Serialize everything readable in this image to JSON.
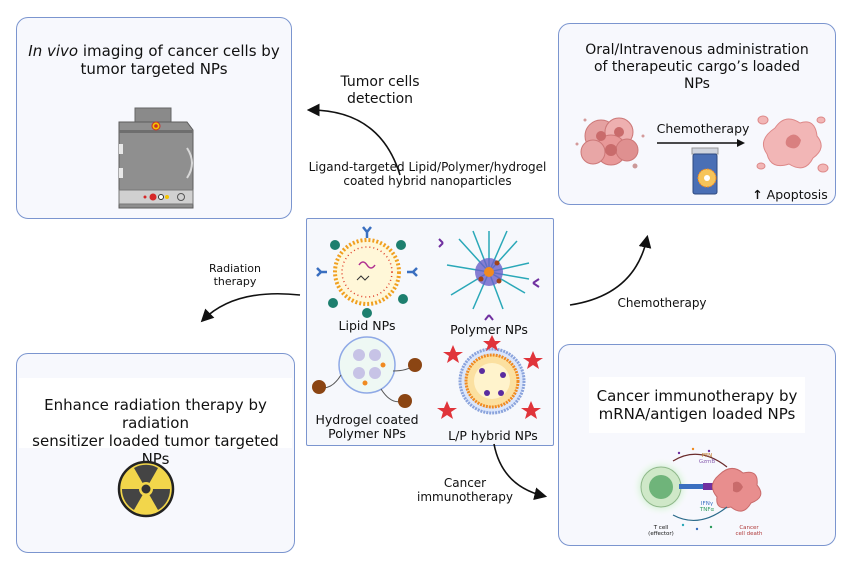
{
  "diagram": {
    "center": {
      "caption_line1": "Ligand-targeted Lipid/Polymer/hydrogel",
      "caption_line2": "coated hybrid nanoparticles",
      "nanoparticles": [
        {
          "label": "Lipid NPs"
        },
        {
          "label": "Polymer NPs"
        },
        {
          "label_line1": "Hydrogel coated",
          "label_line2": "Polymer NPs"
        },
        {
          "label": "L/P hybrid NPs"
        }
      ]
    },
    "panels": {
      "imaging": {
        "title_italic": "In vivo",
        "title_rest_line1": " imaging of cancer cells by",
        "title_line2": "tumor targeted NPs",
        "icon": "imaging-system-icon"
      },
      "chemo": {
        "title_line1": "Oral/Intravenous administration",
        "title_line2": "of therapeutic cargo’s loaded",
        "title_line3": "NPs",
        "arrow_label": "Chemotherapy",
        "outcome_arrow": "↑",
        "outcome_label": "Apoptosis",
        "icons": [
          "tumor-cells-icon",
          "drug-bottle-icon",
          "apoptotic-cells-icon"
        ]
      },
      "radiation": {
        "title_line1": "Enhance radiation therapy by radiation",
        "title_line2": "sensitizer loaded tumor targeted NPs",
        "icon": "radiation-icon"
      },
      "immuno": {
        "title_line1": "Cancer immunotherapy by",
        "title_line2": "mRNA/antigen loaded NPs",
        "top_signal_line1": "PFN",
        "top_signal_line2": "GzmB",
        "bottom_signal_line1": "IFNγ",
        "bottom_signal_line2": "TNFα",
        "tcell_line1": "T cell",
        "tcell_line2": "(effector)",
        "cancer_line1": "Cancer",
        "cancer_line2": "cell death"
      }
    },
    "arrows": {
      "detection_line1": "Tumor cells",
      "detection_line2": "detection",
      "radiation_line1": "Radiation",
      "radiation_line2": "therapy",
      "chemotherapy": "Chemotherapy",
      "immuno_line1": "Cancer",
      "immuno_line2": "immunotherapy"
    },
    "colors": {
      "panel_border": "#7b95cf",
      "panel_fill": "#f7f8fd",
      "lipid_shell": "#f0a020",
      "polymer_chain": "#2aa8b8",
      "star": "#e0343a",
      "radiation_yellow": "#f2d64b",
      "tumor_pink": "#e88e8e"
    }
  }
}
